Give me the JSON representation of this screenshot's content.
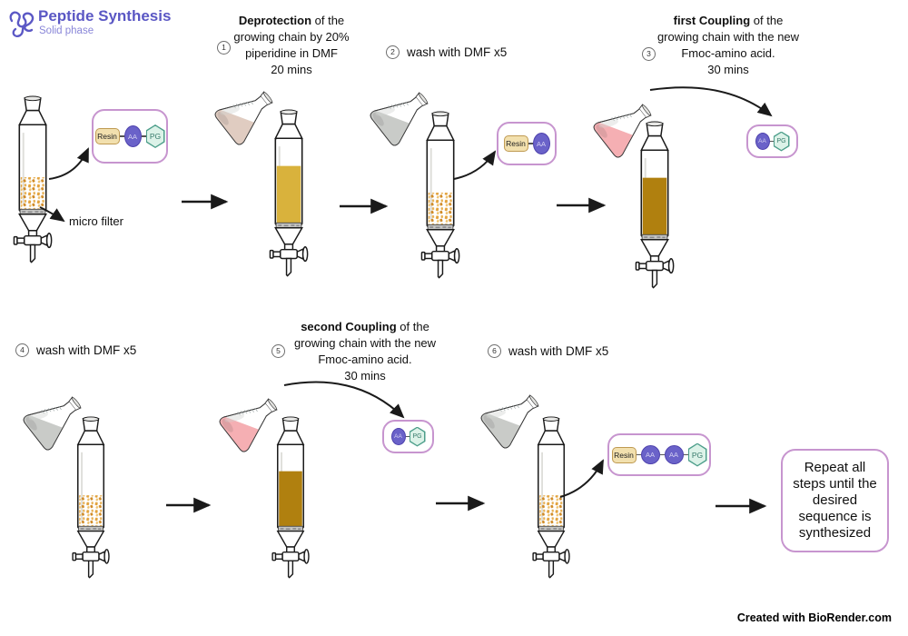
{
  "header": {
    "title": "Peptide Synthesis",
    "subtitle": "Solid phase"
  },
  "icons": {
    "logo": "peptide-scribble-icon"
  },
  "steps": [
    {
      "num": "1",
      "bold": "Deprotection",
      "rest": " of the growing chain by 20% piperidine in DMF",
      "time": "20 mins"
    },
    {
      "num": "2",
      "text": "wash with DMF x5"
    },
    {
      "num": "3",
      "bold": "first Coupling",
      "rest": " of the growing chain with the new Fmoc-amino acid.",
      "time": "30 mins"
    },
    {
      "num": "4",
      "text": "wash with DMF x5"
    },
    {
      "num": "5",
      "bold": "second Coupling",
      "rest": " of the growing chain with the new Fmoc-amino acid.",
      "time": "30 mins"
    },
    {
      "num": "6",
      "text": "wash with DMF x5"
    }
  ],
  "boxes": [
    {
      "name": "resin-aa-pg",
      "chips": [
        "Resin",
        "AA",
        "PG"
      ]
    },
    {
      "name": "resin-aa",
      "chips": [
        "Resin",
        "AA"
      ]
    },
    {
      "name": "aa-pg-first-coupling",
      "chips": [
        "AA",
        "PG"
      ]
    },
    {
      "name": "aa-pg-second-coupling",
      "chips": [
        "AA",
        "PG"
      ]
    },
    {
      "name": "resin-aa-aa-pg",
      "chips": [
        "Resin",
        "AA",
        "AA",
        "PG"
      ]
    }
  ],
  "labels": {
    "micro_filter": "micro filter",
    "repeat_box": "Repeat all steps until the desired sequence is synthesized",
    "credit": "Created with BioRender.com"
  },
  "colors": {
    "accent_purple": "#5a57c4",
    "subtitle_purple": "#8986d8",
    "box_border": "#c795cf",
    "resin_fill": "#f2e0ae",
    "resin_border": "#bf9a52",
    "aa_fill": "#6a62c9",
    "aa_border": "#4e42ad",
    "pg_fill": "#dcf2e8",
    "pg_border": "#4c9e8a",
    "liquid_yellow": "#d9b23c",
    "liquid_amber": "#b0800f",
    "liquid_grey": "#c9cbc8",
    "liquid_tan": "#e0ccc1",
    "liquid_pink": "#f5afb3",
    "bead_orange": "#e2a23c"
  }
}
